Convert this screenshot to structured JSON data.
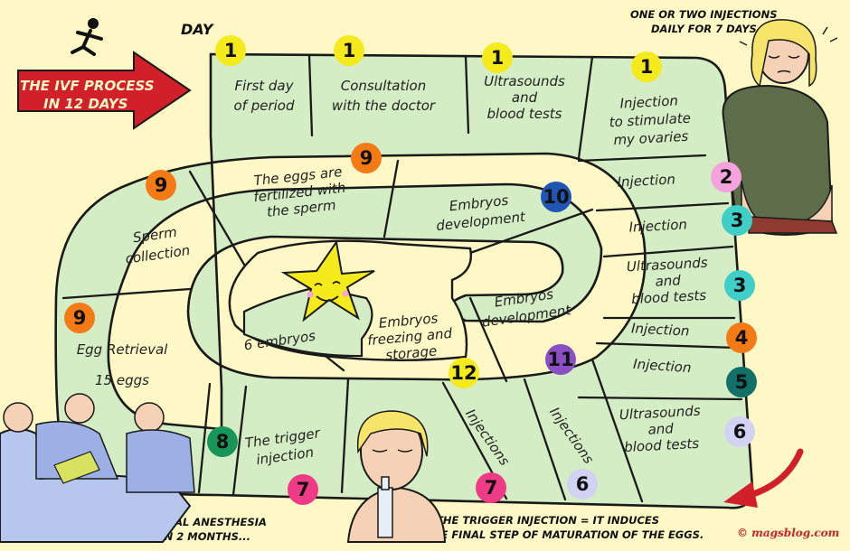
{
  "day_label": "DAY",
  "title": {
    "line1": "THE IVF PROCESS",
    "line2": "IN 12 DAYS"
  },
  "notes": {
    "injections": [
      "ONE OR TWO INJECTIONS",
      "DAILY FOR 7 DAYS"
    ],
    "trigger": [
      "THE TRIGGER INJECTION = IT INDUCES",
      "THE FINAL STEP OF MATURATION OF THE EGGS."
    ],
    "anesthesia": [
      "SECOND GENERAL ANESTHESIA",
      "IN LESS THAN 2 MONTHS..."
    ]
  },
  "copyright": "© magsblog.com",
  "steps": [
    {
      "id": "period",
      "lines": [
        "First day",
        "of period"
      ],
      "day": "1",
      "color": "#f5ea1c"
    },
    {
      "id": "consultation",
      "lines": [
        "Consultation",
        "with the doctor"
      ],
      "day": "1",
      "color": "#f5ea1c"
    },
    {
      "id": "ultrasound-1",
      "lines": [
        "Ultrasounds",
        "and",
        "blood tests"
      ],
      "day": "1",
      "color": "#f5ea1c"
    },
    {
      "id": "stimulate",
      "lines": [
        "Injection",
        "to stimulate",
        "my ovaries"
      ],
      "day": "1",
      "color": "#f5ea1c"
    },
    {
      "id": "injection-2",
      "lines": [
        "Injection"
      ],
      "day": "2",
      "color": "#f4a3dc"
    },
    {
      "id": "injection-3",
      "lines": [
        "Injection"
      ],
      "day": "3",
      "color": "#3fcfc8"
    },
    {
      "id": "ultrasound-3",
      "lines": [
        "Ultrasounds",
        "and",
        "blood tests"
      ],
      "day": "3",
      "color": "#3fcfc8"
    },
    {
      "id": "injection-4",
      "lines": [
        "Injection"
      ],
      "day": "4",
      "color": "#f47a16"
    },
    {
      "id": "injection-5",
      "lines": [
        "Injection"
      ],
      "day": "5",
      "color": "#117068"
    },
    {
      "id": "ultrasound-6",
      "lines": [
        "Ultrasounds",
        "and",
        "blood tests"
      ],
      "day": "6",
      "color": "#d2d2f5"
    },
    {
      "id": "injections-6",
      "lines": [
        "Injections"
      ],
      "day": "6",
      "color": "#d2d2f5"
    },
    {
      "id": "injections-7",
      "lines": [
        "Injections"
      ],
      "day": "7",
      "color": "#ef3a86"
    },
    {
      "id": "trigger",
      "lines": [
        "The trigger",
        "injection"
      ],
      "day": "7",
      "color": "#ef3a86"
    },
    {
      "id": "eight",
      "lines": [],
      "day": "8",
      "color": "#18965a"
    },
    {
      "id": "retrieval",
      "lines": [
        "Egg Retrieval",
        "15 eggs"
      ],
      "day": "9",
      "color": "#f47a16"
    },
    {
      "id": "sperm",
      "lines": [
        "Sperm",
        "collection"
      ],
      "day": "9",
      "color": "#f47a16"
    },
    {
      "id": "fertilized",
      "lines": [
        "The eggs are",
        "fertilized with",
        "the sperm"
      ],
      "day": "9",
      "color": "#f47a16"
    },
    {
      "id": "development-10",
      "lines": [
        "Embryos",
        "development"
      ],
      "day": "10",
      "color": "#1f55b5"
    },
    {
      "id": "development-11",
      "lines": [
        "Embryos",
        "development"
      ],
      "day": "11",
      "color": "#8a4fc4"
    },
    {
      "id": "freezing",
      "lines": [
        "Embryos",
        "freezing and",
        "storage"
      ],
      "day": "12",
      "color": "#f5ea1c"
    },
    {
      "id": "embryos",
      "lines": [
        "6 embryos"
      ],
      "day": "",
      "color": "#f5ea1c"
    }
  ],
  "colors": {
    "cell": "#d5edc4",
    "background": "#fdf8c6",
    "arrow": "#d1202a",
    "outline": "#1a1a1a"
  }
}
